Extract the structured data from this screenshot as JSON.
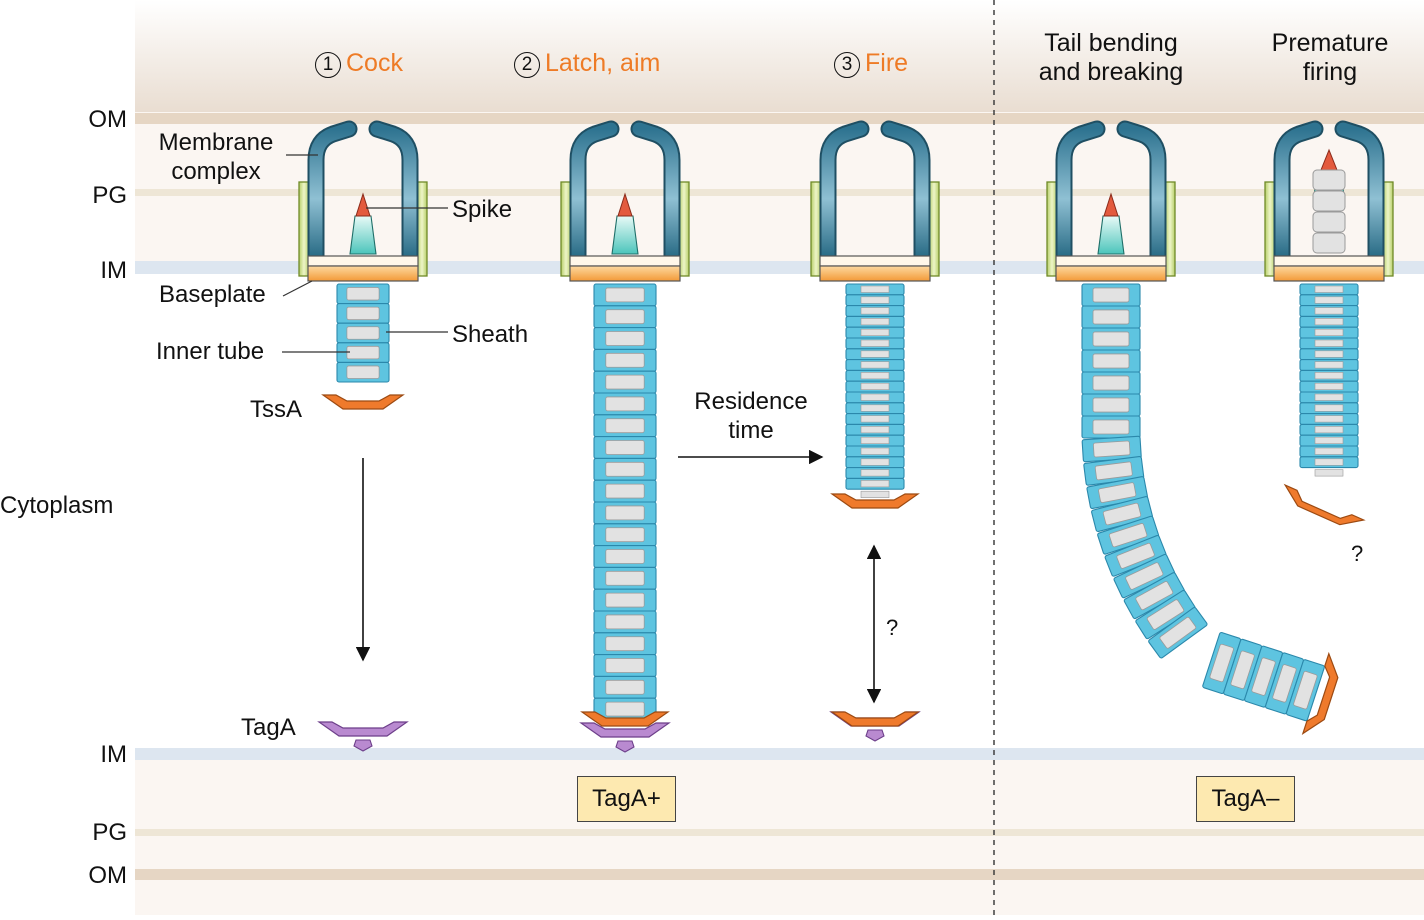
{
  "stages": [
    {
      "num": "1",
      "name": "Cock"
    },
    {
      "num": "2",
      "name": "Latch, aim"
    },
    {
      "num": "3",
      "name": "Fire"
    }
  ],
  "mutant_titles": {
    "tail_bending": [
      "Tail bending",
      "and breaking"
    ],
    "premature": [
      "Premature",
      "firing"
    ]
  },
  "layers": {
    "om_top": "OM",
    "pg_top": "PG",
    "im_top": "IM",
    "cytoplasm": "Cytoplasm",
    "im_bottom": "IM",
    "pg_bottom": "PG",
    "om_bottom": "OM"
  },
  "components": {
    "membrane_complex": [
      "Membrane",
      "complex"
    ],
    "spike": "Spike",
    "baseplate": "Baseplate",
    "sheath": "Sheath",
    "inner_tube": "Inner tube",
    "tssa": "TssA",
    "taga": "TagA"
  },
  "annotations": {
    "residence_time": [
      "Residence",
      "time"
    ],
    "question": "?"
  },
  "boxes": {
    "taga_plus": "TagA+",
    "taga_minus": "TagA–"
  },
  "colors": {
    "stage_title": "#ee7b26",
    "membrane_om": "#e6d6c4",
    "membrane_pg": "#eee6d6",
    "membrane_im": "#dde6f0",
    "sheath": "#5ec4e0",
    "inner_tube": "#dcdcdc",
    "baseplate": "#f7a94a",
    "tssa": "#ef7a2c",
    "taga": "#b98ad0",
    "membrane_complex": "#2a6c86",
    "spike": "#7ed7cc",
    "spike_tip": "#e35a3e",
    "anchor": "#c9dc86",
    "box": "#fde9b0"
  }
}
